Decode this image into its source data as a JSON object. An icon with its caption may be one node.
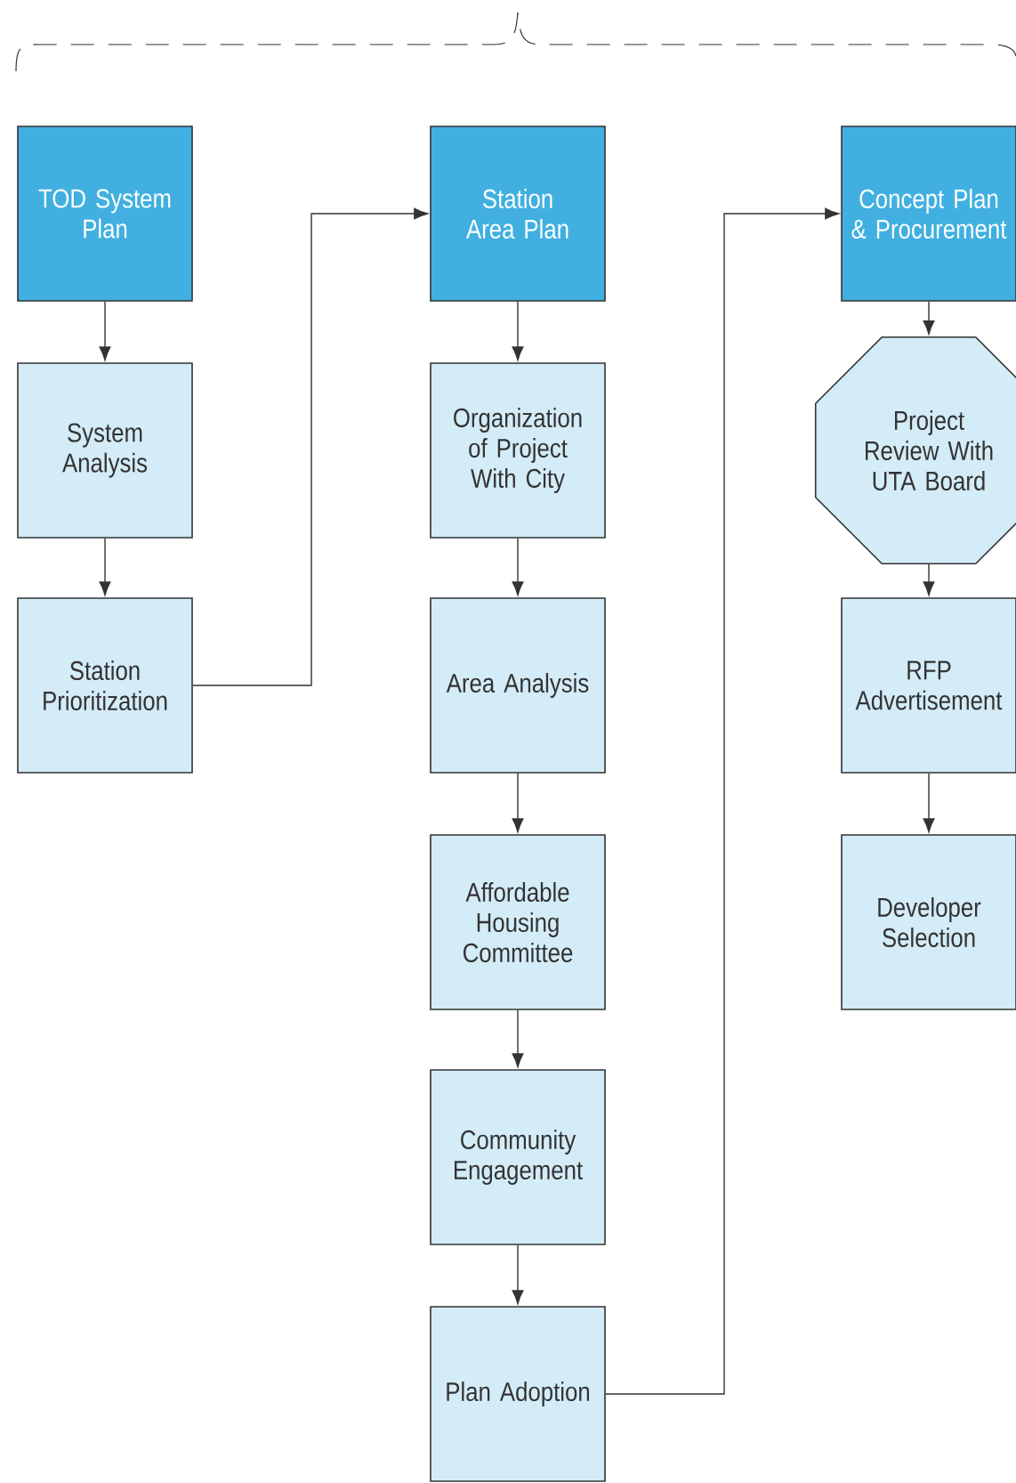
{
  "diagram": {
    "nodes": [
      {
        "text": [
          "TOD System Plan"
        ]
      },
      {
        "text": [
          "System Analysis"
        ]
      },
      {
        "text": [
          "Station Prioritization"
        ]
      },
      {
        "text": [
          "Station Area Plan"
        ]
      },
      {
        "text": [
          "Organization of Project With City"
        ]
      },
      {
        "text": [
          "Area Analysis"
        ]
      },
      {
        "text": [
          "Affordable Housing Committee"
        ]
      },
      {
        "text": [
          "Community Engagement"
        ]
      },
      {
        "text": [
          "Plan Adoption"
        ]
      },
      {
        "text": [
          "Concept Plan & Procurement"
        ]
      },
      {
        "text": [
          "Project Review With UTA Board"
        ]
      },
      {
        "text": [
          "RFP Advertisement"
        ]
      },
      {
        "text": [
          "Developer Selection"
        ]
      }
    ],
    "edges": [
      {
        "from": 0,
        "to": 1,
        "arrow": "to"
      },
      {
        "from": 1,
        "to": 2,
        "arrow": "to"
      },
      {
        "from": 2,
        "to": 3,
        "arrow": "to"
      },
      {
        "from": 3,
        "to": 4,
        "arrow": "to"
      },
      {
        "from": 4,
        "to": 5,
        "arrow": "to"
      },
      {
        "from": 5,
        "to": 6,
        "arrow": "to"
      },
      {
        "from": 6,
        "to": 7,
        "arrow": "to"
      },
      {
        "from": 7,
        "to": 8,
        "arrow": "to"
      },
      {
        "from": 8,
        "to": 9,
        "arrow": "to"
      },
      {
        "from": 9,
        "to": 10,
        "arrow": "to"
      },
      {
        "from": 10,
        "to": 11,
        "arrow": "to"
      },
      {
        "from": 11,
        "to": 12,
        "arrow": "to"
      }
    ]
  }
}
